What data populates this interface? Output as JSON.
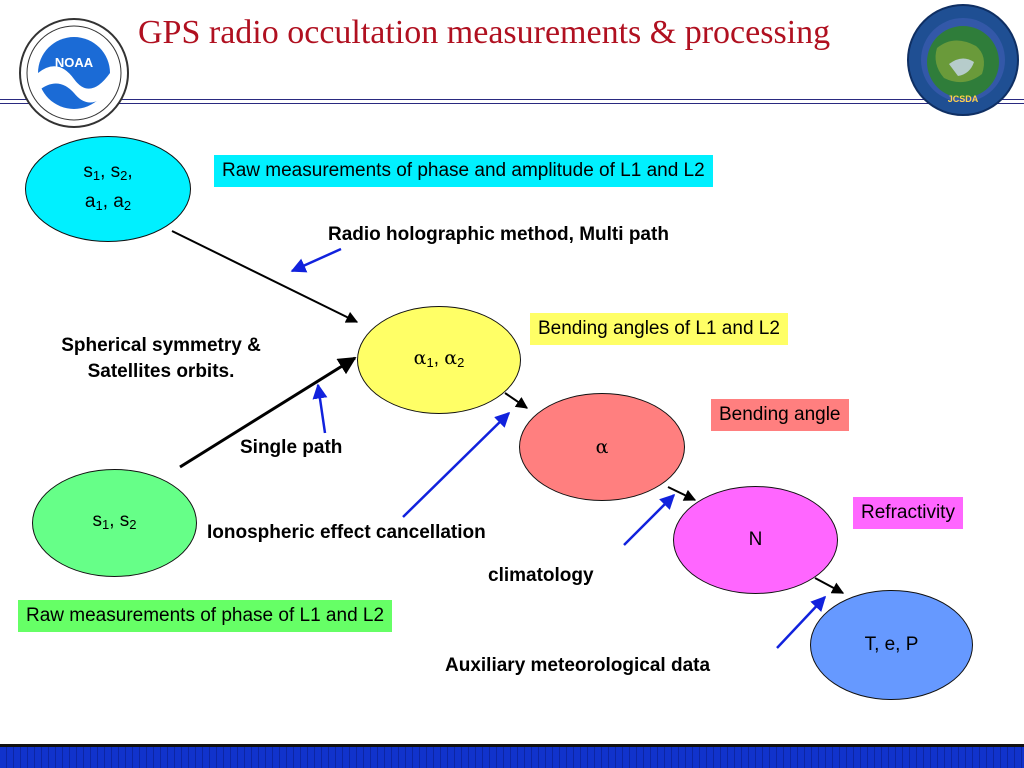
{
  "header": {
    "title": "GPS radio occultation measurements & processing"
  },
  "logos": {
    "left_logo_text": "NOAA",
    "right_logo_text": "JCSDA"
  },
  "nodes": {
    "raw_s": "s",
    "raw_a": "a",
    "alpha_pair_symbol": "α",
    "alpha_symbol": "α",
    "n_label": "N",
    "tep_label": "T, e, P",
    "s12_base": "s"
  },
  "boxes": {
    "raw_phase_amp": "Raw measurements of phase and amplitude of L1 and L2",
    "bending_l1l2": "Bending angles of L1 and L2",
    "bending_angle": "Bending angle",
    "refractivity": "Refractivity",
    "raw_phase": "Raw measurements of phase of L1 and L2"
  },
  "labels": {
    "radio_holo": "Radio holographic method, Multi path",
    "spherical_1": "Spherical symmetry &",
    "spherical_2": "Satellites orbits.",
    "single_path": "Single path",
    "iono": "Ionospheric effect cancellation",
    "climatology": "climatology",
    "auxiliary": "Auxiliary meteorological data"
  },
  "colors": {
    "title": "#b01020",
    "node_raw": "#00f0ff",
    "node_alpha_pair": "#ffff66",
    "node_alpha": "#ff7f7f",
    "node_n": "#ff66ff",
    "node_tep": "#6699ff",
    "node_s12": "#66ff88",
    "box_cyan": "#00f0ff",
    "box_yellow": "#ffff66",
    "box_red": "#ff7f7f",
    "box_magenta": "#ff66ff",
    "box_green": "#66ff66",
    "arrow_black": "#000000",
    "arrow_blue": "#1122dd",
    "footer": "#1133cc"
  }
}
